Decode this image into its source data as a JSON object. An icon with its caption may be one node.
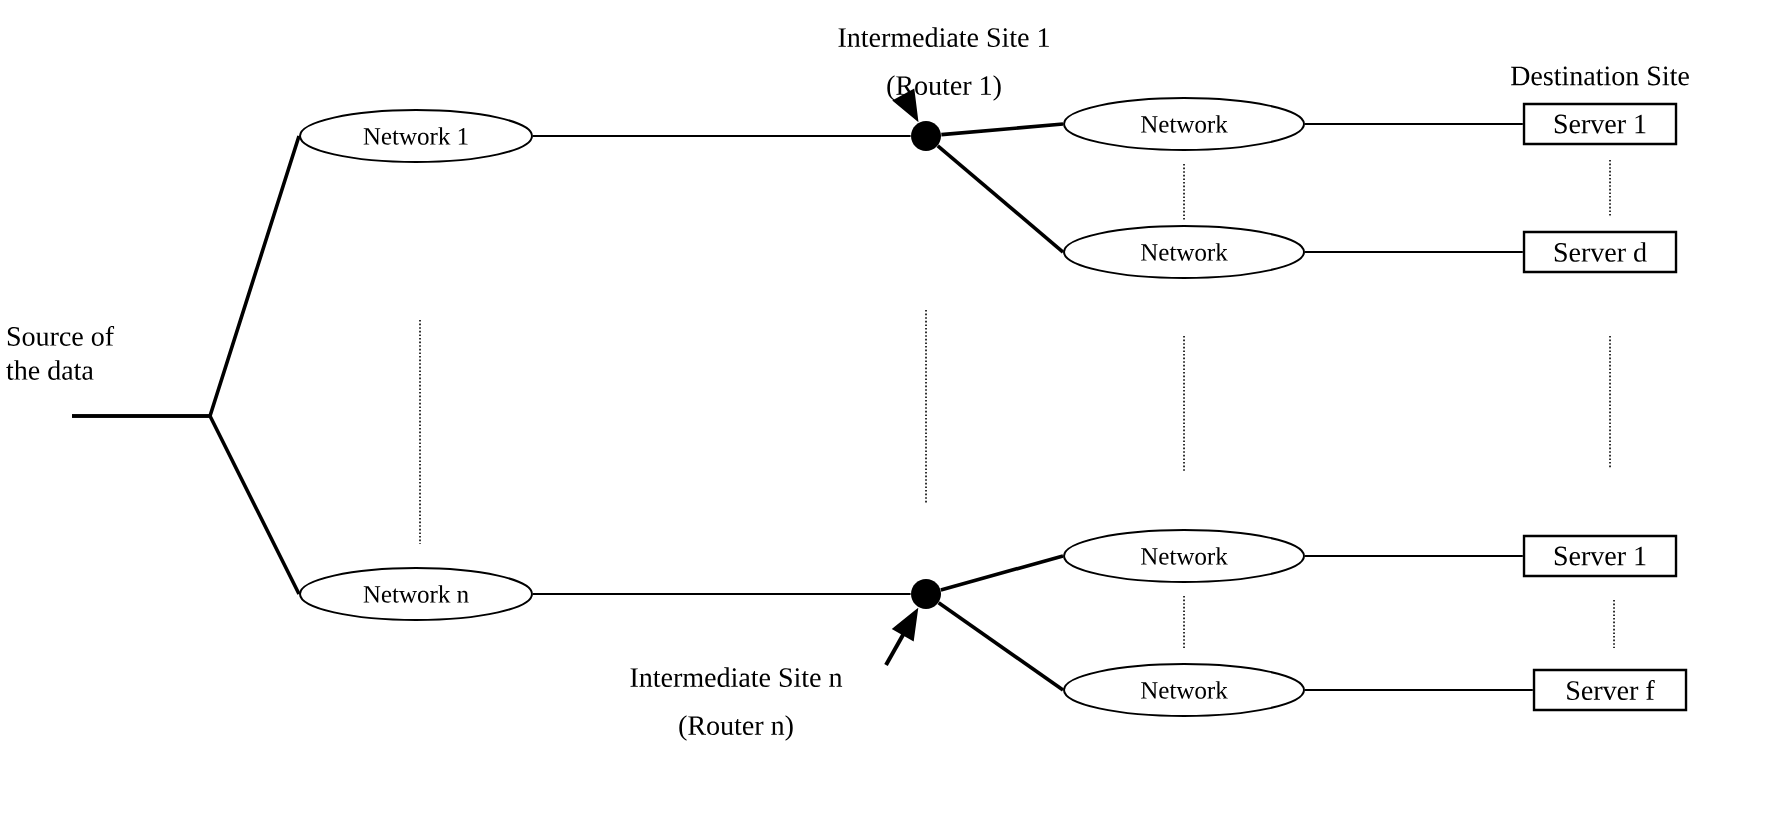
{
  "diagram": {
    "nodes": [
      {
        "text": [
          "Source of the data"
        ]
      },
      {
        "text": [
          "Network 1"
        ]
      },
      {
        "text": [
          "Network n"
        ]
      },
      {
        "text": [
          "Intermediate Site 1 (Router 1)"
        ]
      },
      {
        "text": [],
        "shape": "circle"
      },
      {
        "text": [],
        "shape": "circle"
      },
      {
        "text": [
          "Intermediate Site n (Router n)"
        ]
      },
      {
        "text": [
          "Network"
        ]
      },
      {
        "text": [
          "Network"
        ]
      },
      {
        "text": [
          "Network"
        ]
      },
      {
        "text": [
          "Network"
        ]
      },
      {
        "text": [
          "Server 1"
        ]
      },
      {
        "text": [
          "Server d"
        ]
      },
      {
        "text": [
          "Server 1"
        ]
      },
      {
        "text": [
          "Server f"
        ]
      }
    ],
    "edges": [
      {
        "from": 0,
        "to": 1,
        "arrow": "none"
      },
      {
        "from": 0,
        "to": 2,
        "arrow": "none"
      },
      {
        "from": 1,
        "to": 4,
        "arrow": "none"
      },
      {
        "from": 2,
        "to": 5,
        "arrow": "none"
      },
      {
        "from": 3,
        "to": 4,
        "arrow": "to"
      },
      {
        "from": 6,
        "to": 5,
        "arrow": "to"
      },
      {
        "from": 4,
        "to": 7,
        "arrow": "none"
      },
      {
        "from": 4,
        "to": 8,
        "arrow": "none"
      },
      {
        "from": 5,
        "to": 9,
        "arrow": "none"
      },
      {
        "from": 5,
        "to": 10,
        "arrow": "none"
      },
      {
        "from": 7,
        "to": 11,
        "arrow": "none"
      },
      {
        "from": 8,
        "to": 12,
        "arrow": "none"
      },
      {
        "from": 9,
        "to": 13,
        "arrow": "none"
      },
      {
        "from": 10,
        "to": 14,
        "arrow": "none"
      }
    ],
    "labels": [
      "Destination Site"
    ]
  }
}
